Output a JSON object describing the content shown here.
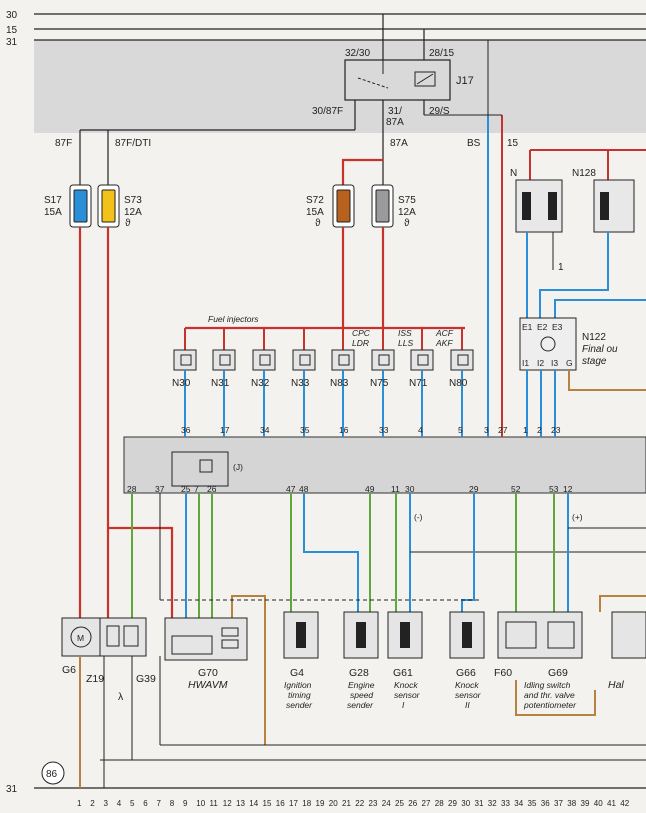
{
  "rails": {
    "r30": "30",
    "r15": "15",
    "r31": "31",
    "r31_bottom": "31"
  },
  "relay": {
    "name": "J17",
    "pin_32_30": "32/30",
    "pin_28_15": "28/15",
    "pin_30_87F": "30/87F",
    "pin_31": "31/",
    "pin_87A": "87A",
    "pin_29S": "29/S"
  },
  "lines": {
    "l87F": "87F",
    "l87FDTI": "87F/DTI",
    "l87A": "87A",
    "lBS": "BS",
    "l15": "15"
  },
  "fuses": [
    {
      "name": "S17",
      "rating": "15A",
      "color": "#2b8fd8",
      "mark": ""
    },
    {
      "name": "S73",
      "rating": "12A",
      "color": "#f2c21a",
      "mark": "ϑ"
    },
    {
      "name": "S72",
      "rating": "15A",
      "color": "#b8611f",
      "mark": "ϑ"
    },
    {
      "name": "S75",
      "rating": "12A",
      "color": "#9a9a9a",
      "mark": "ϑ"
    }
  ],
  "top_right": {
    "n": "N",
    "n128": "N128",
    "one": "1"
  },
  "injectors_title": "Fuel injectors",
  "valve_caps": [
    {
      "a": "CPC",
      "b": "LDR"
    },
    {
      "a": "ISS",
      "b": "LLS"
    },
    {
      "a": "ACF",
      "b": "AKF"
    }
  ],
  "valves": [
    "N30",
    "N31",
    "N32",
    "N33",
    "N83",
    "N75",
    "N71",
    "N80"
  ],
  "n122": {
    "name": "N122",
    "desc1": "Final ou",
    "desc2": "stage",
    "top_pins": [
      "E1",
      "E2",
      "E3"
    ],
    "bottom_pins": [
      "I1",
      "I2",
      "I3",
      "G"
    ]
  },
  "ecu_top_pins": [
    "36",
    "17",
    "34",
    "35",
    "16",
    "33",
    "4",
    "5",
    "3",
    "27",
    "1",
    "2",
    "23"
  ],
  "ecu_bottom_pins": [
    "28",
    "37",
    "25",
    "7",
    "26",
    "47",
    "48",
    "49",
    "11",
    "30",
    "29",
    "52",
    "53",
    "12"
  ],
  "ecu_internal_label": "(J)",
  "minus_mark": "(-)",
  "plus_mark": "(+)",
  "components": [
    {
      "id": "G6",
      "lines": []
    },
    {
      "id": "Z19",
      "lines": []
    },
    {
      "id": "G39",
      "lines": []
    },
    {
      "id": "G70",
      "lines": [
        "HWAVM"
      ]
    },
    {
      "id": "G4",
      "lines": [
        "Ignition",
        "timing",
        "sender"
      ]
    },
    {
      "id": "G28",
      "lines": [
        "Engine",
        "speed",
        "sender"
      ]
    },
    {
      "id": "G61",
      "lines": [
        "Knock",
        "sensor",
        "I"
      ]
    },
    {
      "id": "G66",
      "lines": [
        "Knock",
        "sensor",
        "II"
      ]
    },
    {
      "id": "F60",
      "lines": []
    },
    {
      "id": "G69",
      "lines": [
        "Idling switch",
        "and thr. valve",
        "potentiometer"
      ]
    },
    {
      "id": "",
      "lines": [
        "Hal"
      ]
    }
  ],
  "lambda": "λ",
  "ground_circle": "86",
  "bottom_numbers": [
    "1",
    "2",
    "3",
    "4",
    "5",
    "6",
    "7",
    "8",
    "9",
    "10",
    "11",
    "12",
    "13",
    "14",
    "15",
    "16",
    "17",
    "18",
    "19",
    "20",
    "21",
    "22",
    "23",
    "24",
    "25",
    "26",
    "27",
    "28",
    "29",
    "30",
    "31",
    "32",
    "33",
    "34",
    "35",
    "36",
    "37",
    "38",
    "39",
    "40",
    "41",
    "42"
  ]
}
